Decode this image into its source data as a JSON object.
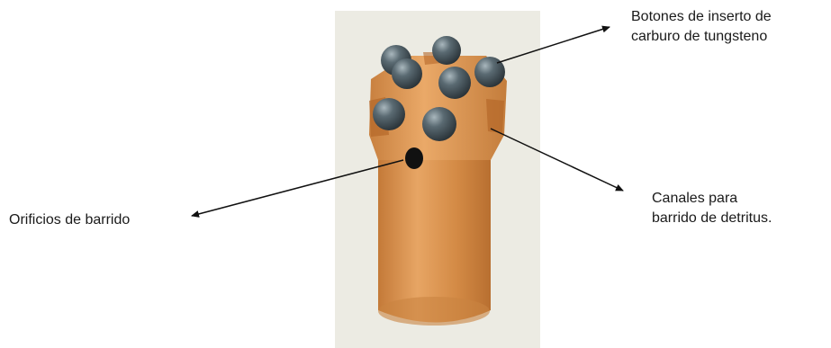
{
  "labels": {
    "buttons": {
      "line1": "Botones de inserto de",
      "line2": "carburo de tungsteno"
    },
    "holes": {
      "line1": "Orificios de barrido"
    },
    "channels": {
      "line1": "Canales para",
      "line2": "barrido de detritus."
    }
  },
  "colors": {
    "bit_body": "#d9904a",
    "carbide_button": "#3d4a52",
    "background_panel": "#ecebe3",
    "text": "#1a1a1a"
  }
}
